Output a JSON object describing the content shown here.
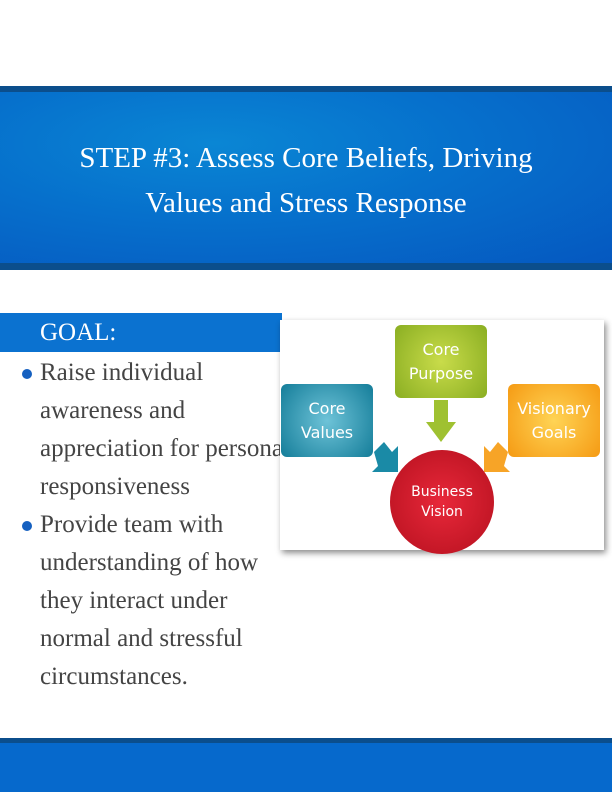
{
  "banner": {
    "title_line1": "STEP #3: Assess Core Beliefs, Driving",
    "title_line2": "Values and Stress Response"
  },
  "goal": {
    "label": "GOAL:",
    "bullets": [
      "Raise individual awareness and appreciation for personal responsiveness",
      "Provide team with understanding of how they interact under normal and stressful circumstances."
    ]
  },
  "diagram": {
    "top": "Core Purpose",
    "left": "Core Values",
    "right": "Visionary Goals",
    "center": "Business Vision"
  },
  "colors": {
    "banner": "#0670cc",
    "purpose": "#8aae22",
    "values": "#147d99",
    "goals": "#f59a13",
    "vision": "#c8141f"
  }
}
